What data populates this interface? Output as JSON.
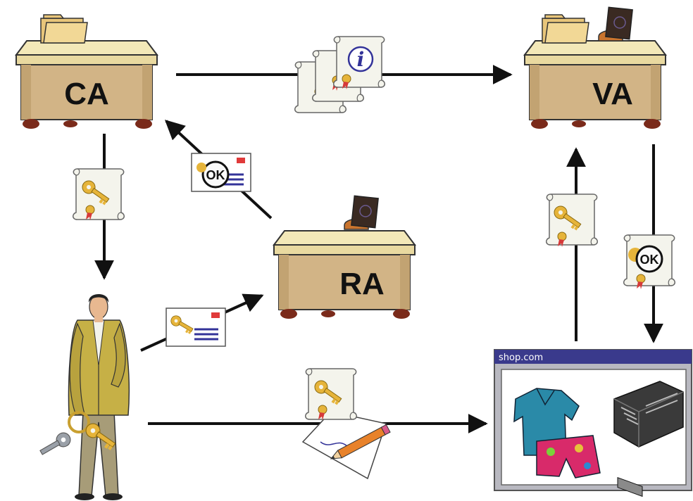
{
  "nodes": {
    "ca": {
      "label": "CA"
    },
    "va": {
      "label": "VA"
    },
    "ra": {
      "label": "RA"
    }
  },
  "shop_window": {
    "title": "shop.com"
  },
  "badges": {
    "ok_ra_to_ca": "OK",
    "ok_va_to_shop": "OK"
  },
  "icons": {
    "info": "i",
    "names": [
      "folder-icon",
      "stamp-icon",
      "certificate-icon",
      "key-icon",
      "envelope-icon",
      "pencil-icon",
      "shirt-icon",
      "cash-register-icon",
      "person-icon",
      "keys-icon"
    ]
  },
  "colors": {
    "desk_body": "#d2b486",
    "desk_top": "#f3e8b8",
    "desk_feet": "#7a2a1a",
    "arrow": "#111111",
    "window_title": "#3a3a8c",
    "window_frame": "#b8b8c0",
    "key": "#e6b43a",
    "seal": "#d63a3a",
    "envelope_lines": "#333399"
  }
}
